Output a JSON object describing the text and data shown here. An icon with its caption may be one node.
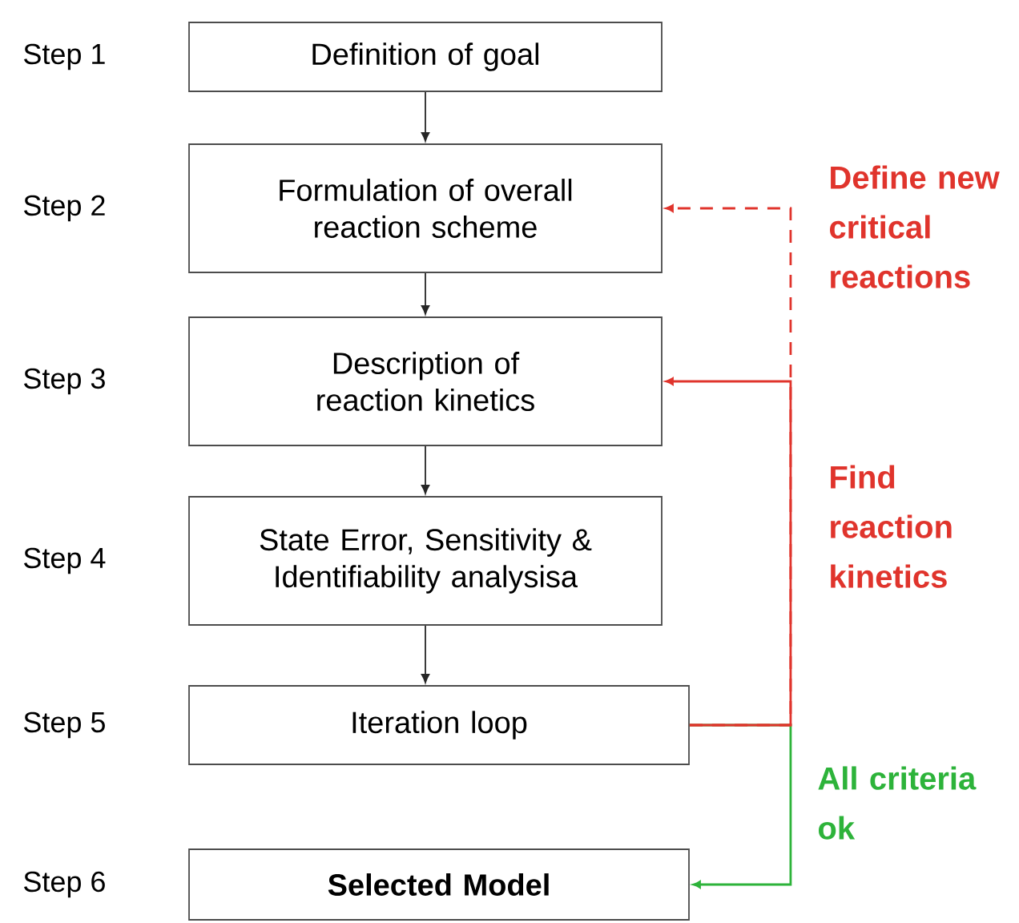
{
  "diagram": {
    "nodes": [
      {
        "text": [
          "Definition of goal"
        ],
        "beside": [
          "Step 1"
        ]
      },
      {
        "text": [
          "Formulation of overall reaction scheme"
        ],
        "beside": [
          "Step 2"
        ]
      },
      {
        "text": [
          "Description of reaction kinetics"
        ],
        "beside": [
          "Step 3"
        ]
      },
      {
        "text": [
          "State Error, Sensitivity & Identifiability analysisa"
        ],
        "beside": [
          "Step 4"
        ]
      },
      {
        "text": [
          "Iteration loop"
        ],
        "beside": [
          "Step 5"
        ]
      },
      {
        "text": [
          "Selected Model"
        ],
        "beside": [
          "Step 6"
        ]
      }
    ],
    "edges": [
      {
        "from": 0,
        "to": 1,
        "arrow": "to"
      },
      {
        "from": 1,
        "to": 2,
        "arrow": "to"
      },
      {
        "from": 2,
        "to": 3,
        "arrow": "to"
      },
      {
        "from": 3,
        "to": 4,
        "arrow": "to"
      },
      {
        "from": 4,
        "to": 2,
        "arrow": "to",
        "label": "Find reaction kinetics",
        "color": "#e0342c"
      },
      {
        "from": 4,
        "to": 1,
        "arrow": "to",
        "label": "Define new critical reactions",
        "style": "dashed",
        "color": "#e0342c"
      },
      {
        "from": 4,
        "to": 5,
        "arrow": "to",
        "label": "All criteria ok",
        "color": "#2db33a"
      }
    ]
  }
}
